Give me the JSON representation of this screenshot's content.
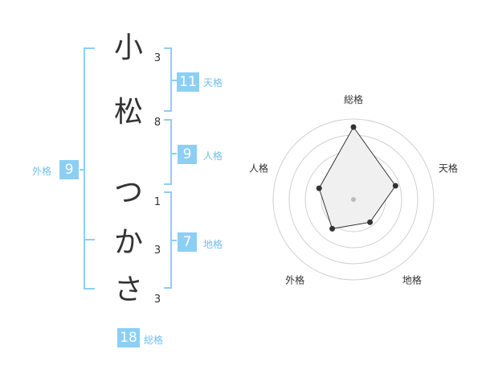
{
  "name": {
    "chars": [
      {
        "char": "小",
        "strokes": "3"
      },
      {
        "char": "松",
        "strokes": "8"
      },
      {
        "char": "つ",
        "strokes": "1"
      },
      {
        "char": "か",
        "strokes": "3"
      },
      {
        "char": "さ",
        "strokes": "3"
      }
    ]
  },
  "kakusu": {
    "tenkaku": {
      "value": "11",
      "label": "天格"
    },
    "jinkaku": {
      "value": "9",
      "label": "人格"
    },
    "chikaku": {
      "value": "7",
      "label": "地格"
    },
    "gaikaku": {
      "value": "9",
      "label": "外格"
    },
    "soukaku": {
      "value": "18",
      "label": "総格"
    }
  },
  "colors": {
    "accent": "#8ccff5",
    "label": "#6fbfee",
    "radar_fill": "#f0f0f0",
    "text": "#333333"
  },
  "chart_data": {
    "type": "radar",
    "axes": [
      "総格",
      "天格",
      "地格",
      "外格",
      "人格"
    ],
    "values": [
      18,
      11,
      7,
      9,
      9
    ]
  }
}
